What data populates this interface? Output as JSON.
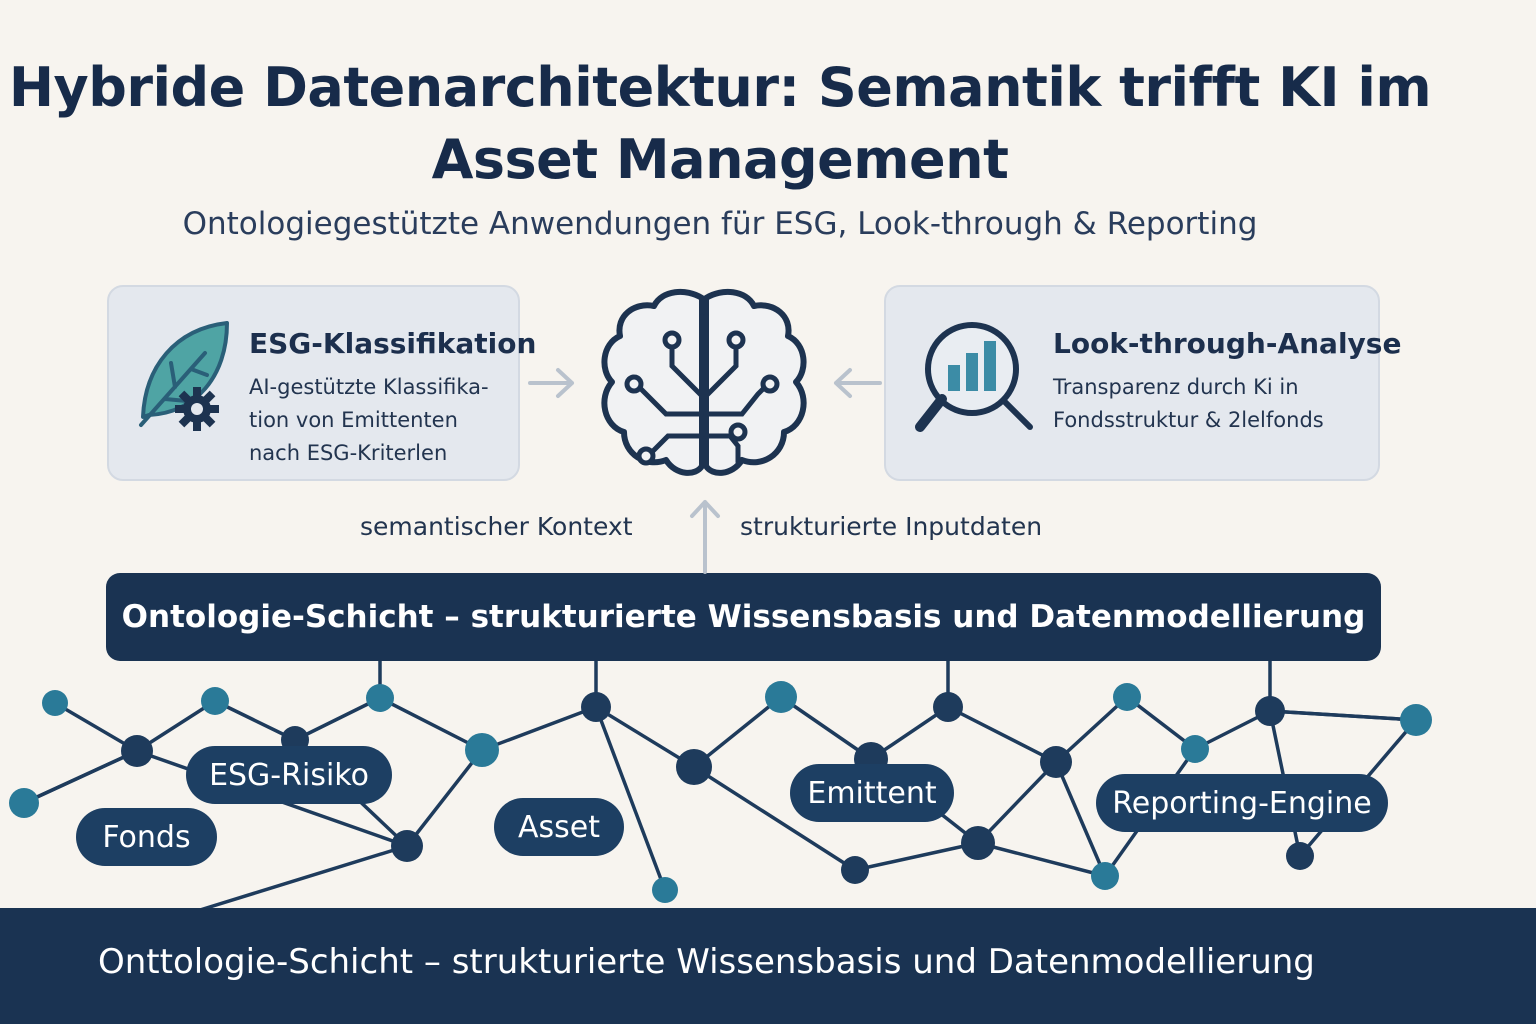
{
  "title": "Hybride Datenarchitektur: Semantik trifft KI im Asset Management",
  "subtitle": "Ontologiegestützte Anwendungen für ESG, Look-through & Reporting",
  "cards": {
    "left": {
      "title": "ESG-Klassifikation",
      "text": "AI-gestützte Klassifika-tion von Emittenten nach ESG-Kriterlen",
      "icon": "leaf-gear-icon"
    },
    "right": {
      "title": "Look-through-Analyse",
      "text": "Transparenz durch Ki in Fondsstruktur & 2lelfonds",
      "icon": "magnifier-chart-icon"
    }
  },
  "center_icon": "brain-circuit-icon",
  "flow": {
    "left_label": "semantischer Kontext",
    "right_label": "strukturierte Inputdaten"
  },
  "ontology_bar": "Ontologie-Schicht – strukturierte Wissensbasis und Datenmodellierung",
  "graph_labels": {
    "esg_risiko": "ESG-Risiko",
    "fonds": "Fonds",
    "asset": "Asset",
    "emittent": "Emittent",
    "reporting": "Reporting-Engine"
  },
  "footer": "Onttologie-Schicht – strukturierte Wissensbasis und Datenmodellierung",
  "colors": {
    "navy": "#1a3352",
    "node_dark": "#1e3b5c",
    "node_teal": "#2a7a98",
    "card_bg": "#e4e8ee",
    "background": "#f7f4ef"
  }
}
